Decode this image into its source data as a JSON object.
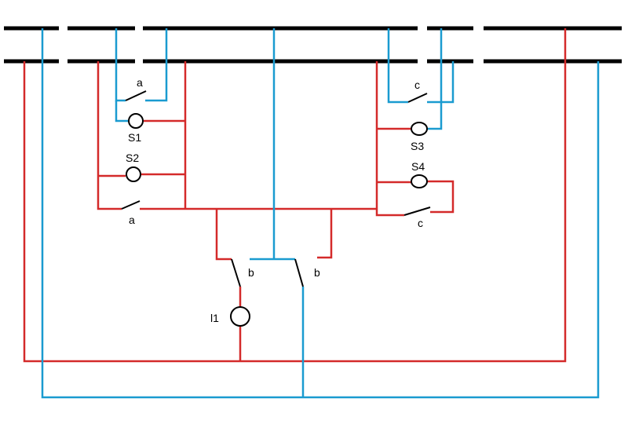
{
  "colors": {
    "bus": "#000000",
    "red": "#d42a2a",
    "blue": "#1a9bd0",
    "text": "#000000"
  },
  "labels": {
    "switch_a_top": "a",
    "switch_a_bottom": "a",
    "switch_c_top": "c",
    "switch_c_bottom": "c",
    "switch_b_left": "b",
    "switch_b_right": "b",
    "lamp_s1": "S1",
    "lamp_s2": "S2",
    "lamp_s3": "S3",
    "lamp_s4": "S4",
    "lamp_l1": "l1"
  }
}
